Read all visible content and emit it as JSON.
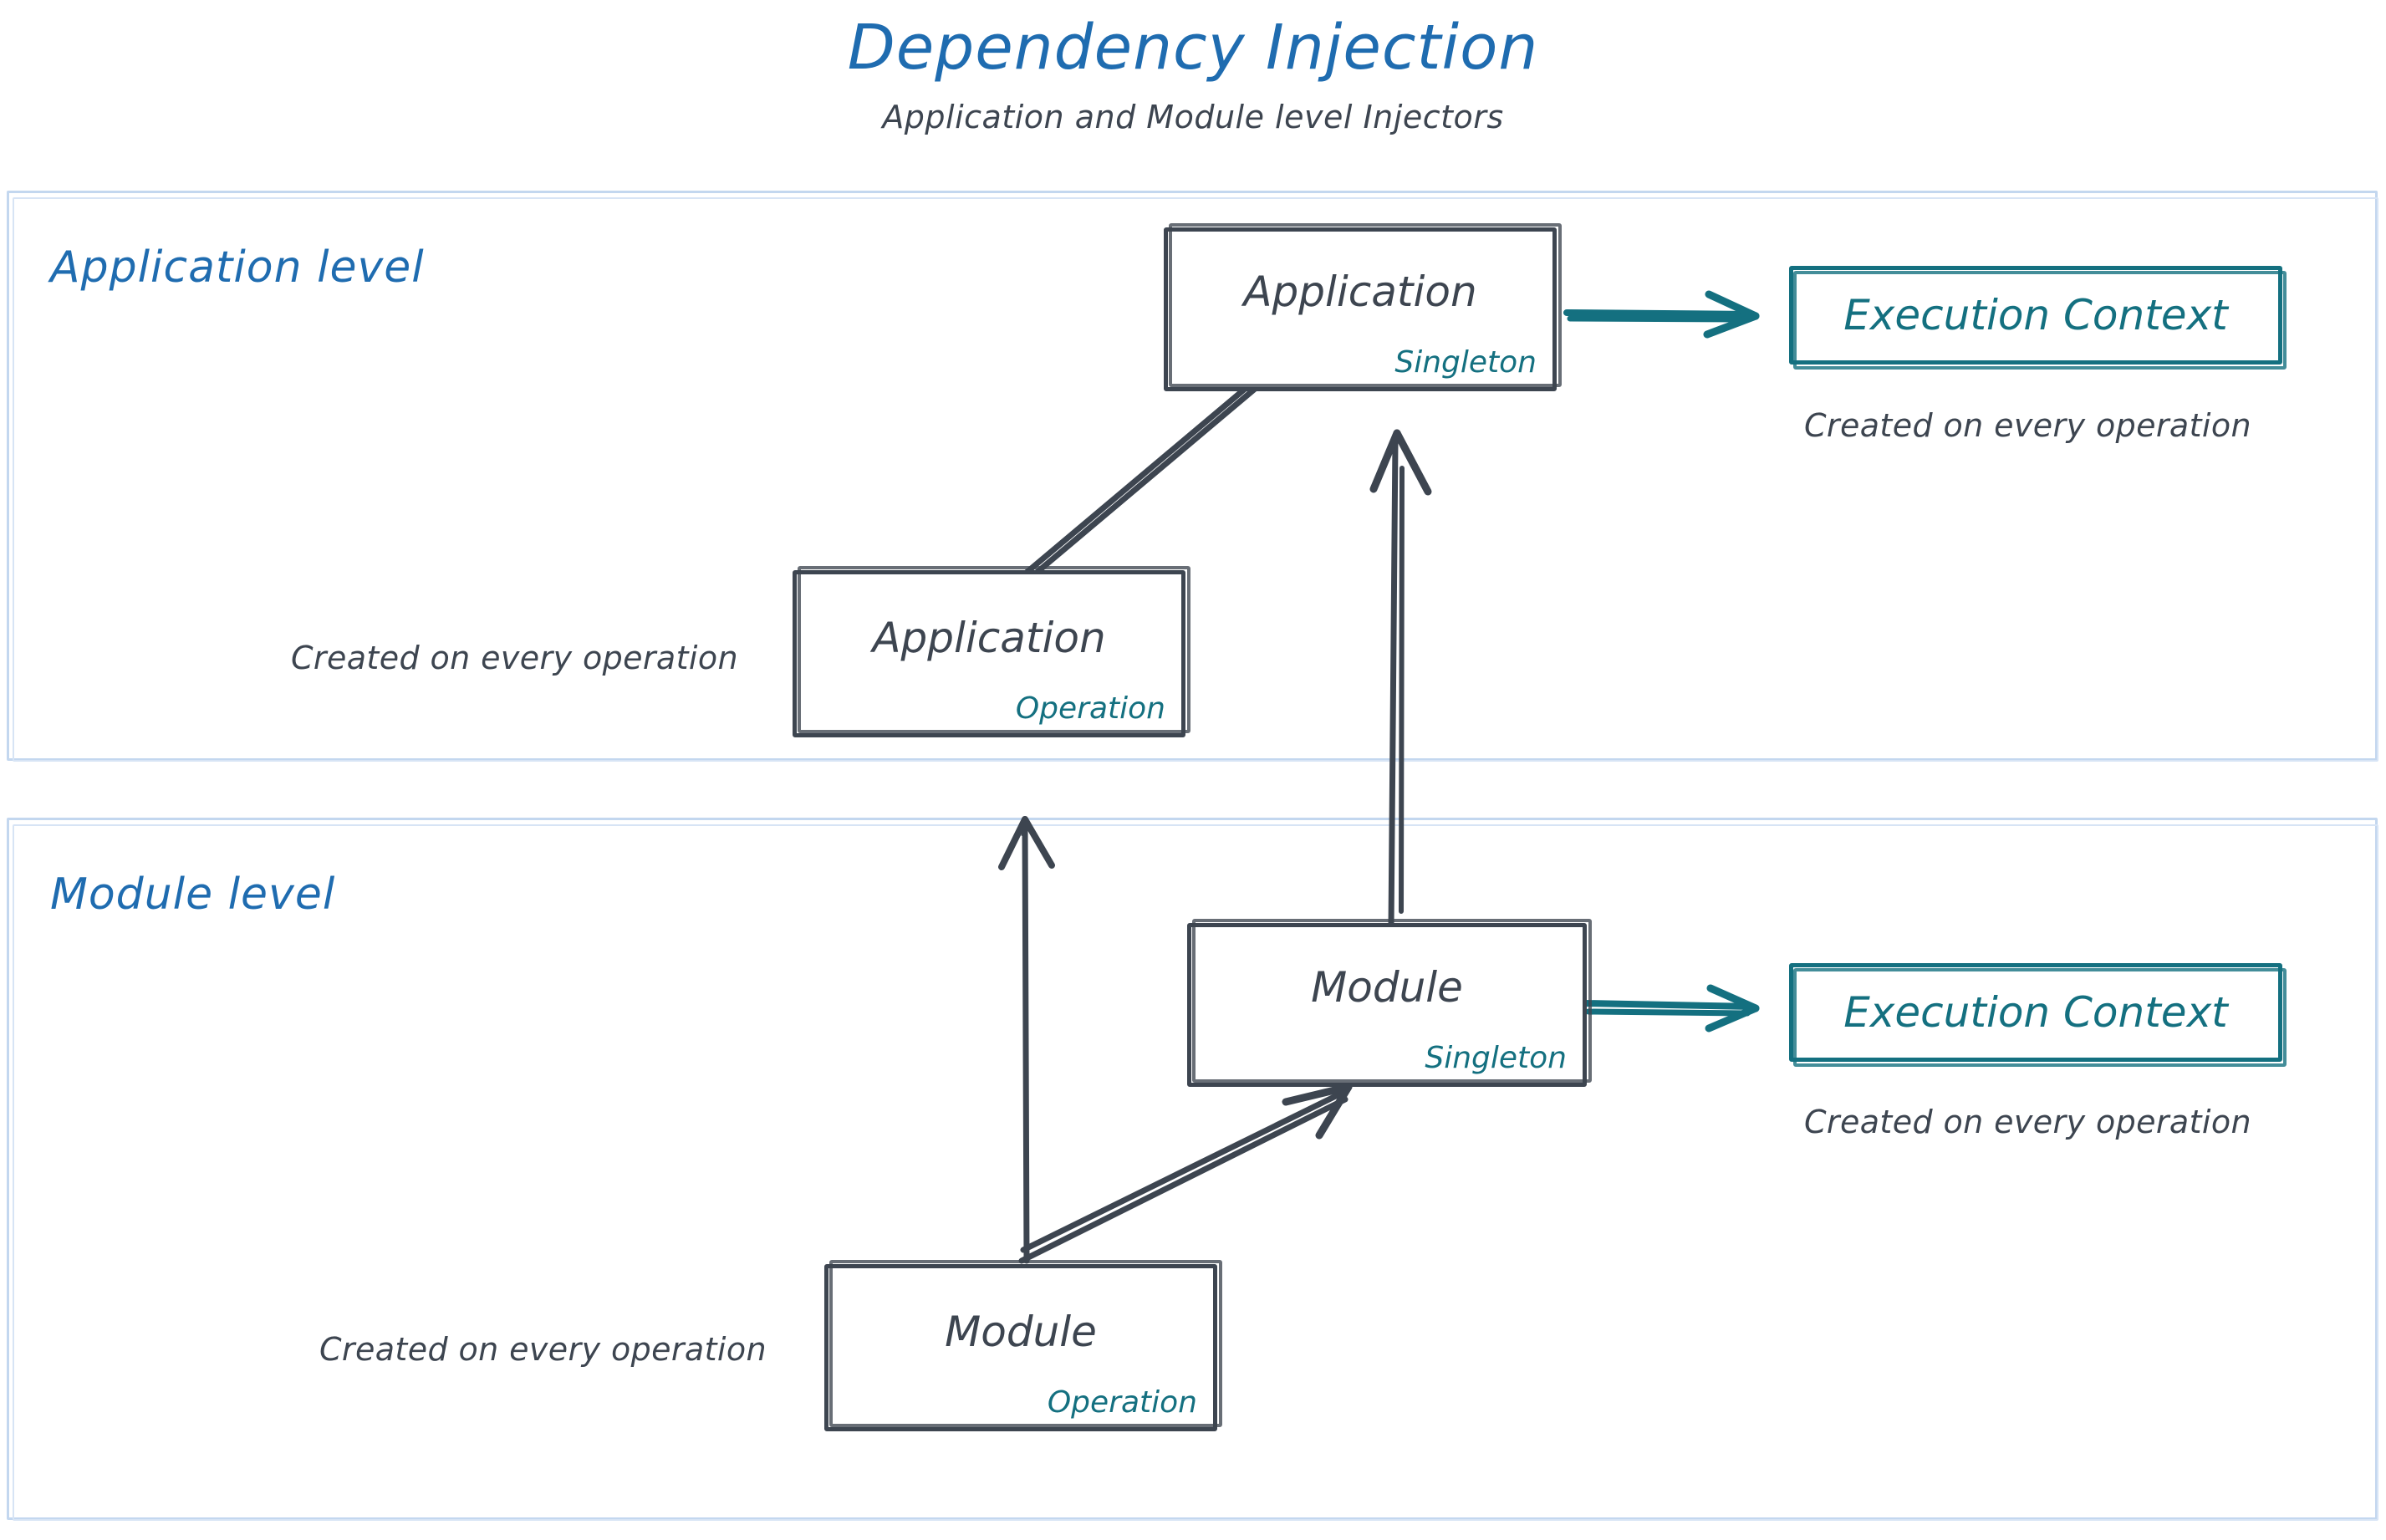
{
  "header": {
    "title": "Dependency Injection",
    "subtitle": "Application and Module level Injectors"
  },
  "colors": {
    "title_blue": "#1f6cb0",
    "level_label_blue": "#1f6cb0",
    "frame_blue": "#c3d7ef",
    "node_dark": "#3d4550",
    "scope_teal": "#147080",
    "background": "#ffffff"
  },
  "levels": [
    {
      "id": "application-level",
      "label": "Application level",
      "nodes": [
        {
          "id": "application-singleton",
          "title": "Application",
          "scope": "Singleton"
        },
        {
          "id": "application-operation",
          "title": "Application",
          "scope": "Operation"
        },
        {
          "id": "application-execution-context",
          "title": "Execution Context"
        }
      ],
      "captions": [
        {
          "id": "caption-exec-ctx-app",
          "text": "Created on every operation"
        },
        {
          "id": "caption-app-operation",
          "text": "Created on every operation"
        }
      ]
    },
    {
      "id": "module-level",
      "label": "Module level",
      "nodes": [
        {
          "id": "module-singleton",
          "title": "Module",
          "scope": "Singleton"
        },
        {
          "id": "module-operation",
          "title": "Module",
          "scope": "Operation"
        },
        {
          "id": "module-execution-context",
          "title": "Execution Context"
        }
      ],
      "captions": [
        {
          "id": "caption-exec-ctx-module",
          "text": "Created on every operation"
        },
        {
          "id": "caption-module-operation",
          "text": "Created on every operation"
        }
      ]
    }
  ],
  "edges": [
    {
      "id": "edge-app-operation-to-app-singleton",
      "from": "application-operation",
      "to": "application-singleton",
      "color": "#3d4550",
      "style": "double-stroke-arrow"
    },
    {
      "id": "edge-module-singleton-to-app-singleton",
      "from": "module-singleton",
      "to": "application-singleton",
      "color": "#3d4550",
      "style": "double-stroke-arrow"
    },
    {
      "id": "edge-module-operation-to-app-operation",
      "from": "module-operation",
      "to": "application-operation",
      "color": "#3d4550",
      "style": "single-stroke-arrow"
    },
    {
      "id": "edge-module-operation-to-module-singleton",
      "from": "module-operation",
      "to": "module-singleton",
      "color": "#3d4550",
      "style": "double-stroke-arrow"
    },
    {
      "id": "edge-app-singleton-to-exec-ctx",
      "from": "application-singleton",
      "to": "application-execution-context",
      "color": "#147080",
      "style": "single-stroke-arrow"
    },
    {
      "id": "edge-module-singleton-to-exec-ctx",
      "from": "module-singleton",
      "to": "module-execution-context",
      "color": "#147080",
      "style": "single-stroke-arrow"
    }
  ]
}
